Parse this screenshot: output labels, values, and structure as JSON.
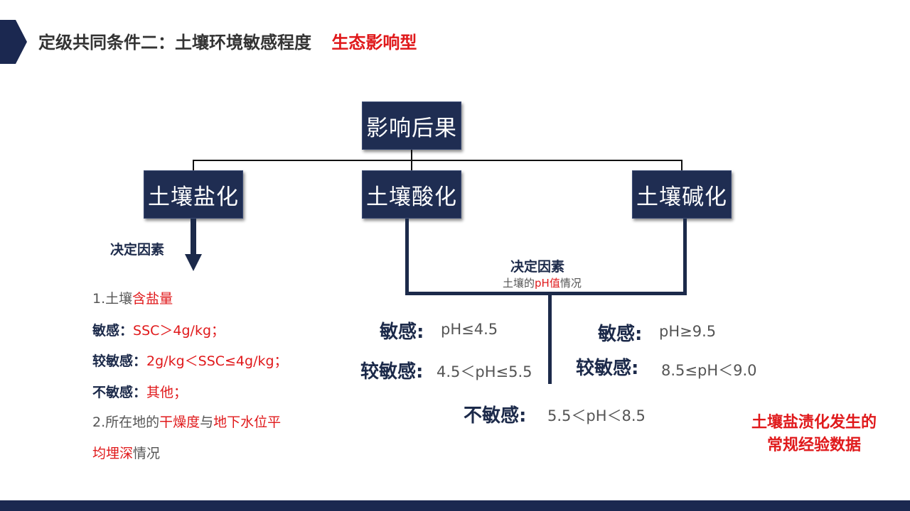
{
  "header": {
    "title": "定级共同条件二：土壤环境敏感程度",
    "type_label": "生态影响型"
  },
  "diagram": {
    "root": "影响后果",
    "nodes": [
      "土壤盐化",
      "土壤酸化",
      "土壤碱化"
    ],
    "left_factor_label": "决定因素",
    "mid_factor_label": "决定因素",
    "mid_factor_sub": {
      "pre": "土壤的",
      "highlight": "pH值",
      "post": "情况"
    }
  },
  "salinization": {
    "item1": {
      "pre": "1.土壤",
      "highlight": "含盐量"
    },
    "sensitive": {
      "label": "敏感：",
      "value": "SSC＞4g/kg；"
    },
    "less_sensitive": {
      "label": "较敏感：",
      "value": "2g/kg＜SSC≤4g/kg；"
    },
    "insensitive": {
      "label": "不敏感：",
      "value": "其他；"
    },
    "item2": {
      "p1": "2.所在地的",
      "h1": "干燥度",
      "p2": "与",
      "h2": "地下水位平",
      "h3": "均埋深",
      "p3": "情况"
    }
  },
  "acidification": {
    "sensitive": {
      "label": "敏感:",
      "value": "pH≤4.5"
    },
    "less_sensitive": {
      "label": "较敏感:",
      "value": "4.5＜pH≤5.5"
    }
  },
  "alkalization": {
    "sensitive": {
      "label": "敏感:",
      "value": "pH≥9.5"
    },
    "less_sensitive": {
      "label": "较敏感:",
      "value": "8.5≤pH＜9.0"
    }
  },
  "neutral": {
    "label": "不敏感:",
    "value": "5.5＜pH＜8.5"
  },
  "note": {
    "line1": "土壤盐渍化发生的",
    "line2": "常规经验数据"
  },
  "colors": {
    "navy": "#1f2d52",
    "red": "#e0191b",
    "footer": "#1b2850"
  }
}
